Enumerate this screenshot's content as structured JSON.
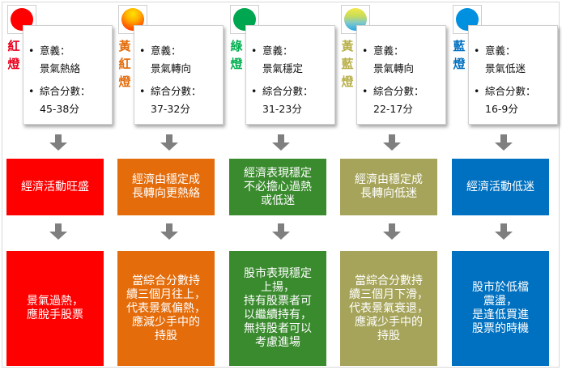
{
  "columns": [
    {
      "key": "red",
      "side_label": [
        "紅",
        "燈"
      ],
      "side_color": "#e8001c",
      "lamp_color": "#ff0000",
      "lamp_type": "solid",
      "meaning_label": "意義：",
      "meaning_value": "景氣熱絡",
      "score_label": "綜合分數：",
      "score_value": "45-38分",
      "mid_text": "經濟活動旺盛",
      "mid_color": "#ff0000",
      "bottom_text": "景氣過熱，\n應脫手股票",
      "bottom_color": "#ff0000"
    },
    {
      "key": "yellow-red",
      "side_label": [
        "黃",
        "紅",
        "燈"
      ],
      "side_color": "#e46c0a",
      "lamp_color": "#ff6600",
      "lamp_type": "gradient-yr",
      "meaning_label": "意義：",
      "meaning_value": "景氣轉向",
      "score_label": "綜合分數：",
      "score_value": "37-32分",
      "mid_text": "經濟由穩定成\n長轉向更熱絡",
      "mid_color": "#e46c0a",
      "bottom_text": "當綜合分數持\n續三個月往上，\n代表景氣偏熱，\n應減少手中的\n持股",
      "bottom_color": "#e46c0a"
    },
    {
      "key": "green",
      "side_label": [
        "綠",
        "燈"
      ],
      "side_color": "#00b050",
      "lamp_color": "#00a650",
      "lamp_type": "solid",
      "meaning_label": "意義：",
      "meaning_value": "景氣穩定",
      "score_label": "綜合分數：",
      "score_value": "31-23分",
      "mid_text": "經濟表現穩定\n不必擔心過熱\n或低迷",
      "mid_color": "#3a8a2e",
      "bottom_text": "股市表現穩定\n上揚，\n持有股票者可\n以繼續持有，\n無持股者可以\n考慮進場",
      "bottom_color": "#3a8a2e"
    },
    {
      "key": "yellow-blue",
      "side_label": [
        "黃",
        "藍",
        "燈"
      ],
      "side_color": "#b8b04a",
      "lamp_color": "#c8d84a",
      "lamp_type": "gradient-yb",
      "meaning_label": "意義：",
      "meaning_value": "景氣轉向",
      "score_label": "綜合分數：",
      "score_value": "22-17分",
      "mid_text": "經濟由穩定成\n長轉向低迷",
      "mid_color": "#a6a45a",
      "bottom_text": "當綜合分數持\n續三個月下滑，\n代表景氣衰退，\n應減少手中的\n持股",
      "bottom_color": "#a6a45a"
    },
    {
      "key": "blue",
      "side_label": [
        "藍",
        "燈"
      ],
      "side_color": "#0070c0",
      "lamp_color": "#0090e0",
      "lamp_type": "solid",
      "meaning_label": "意義：",
      "meaning_value": "景氣低迷",
      "score_label": "綜合分數：",
      "score_value": "16-9分",
      "mid_text": "經濟活動低迷",
      "mid_color": "#0070c0",
      "bottom_text": "股市於低檔\n震盪，\n是逢低買進\n股票的時機",
      "bottom_color": "#0070c0"
    }
  ]
}
